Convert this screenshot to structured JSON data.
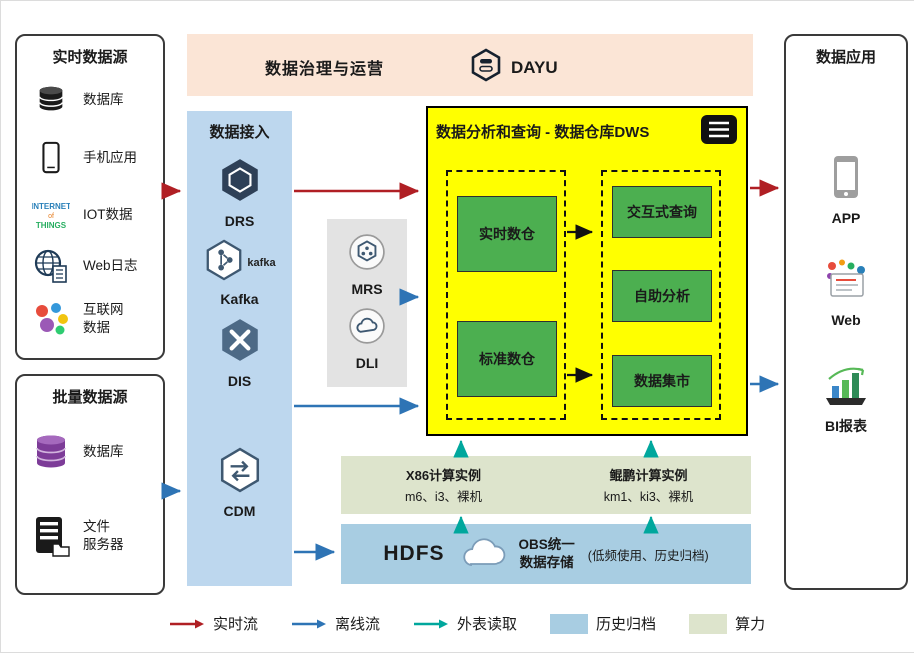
{
  "colors": {
    "realtime_flow": "#b01f24",
    "offline_flow": "#2e74b5",
    "external_read": "#00a79d",
    "archive": "#a8cde2",
    "compute": "#dde4cc",
    "dws_bg": "#ffff00",
    "module_green": "#4caf50",
    "ingest_bg": "#bdd7ee",
    "banner_bg": "#fbe5d6"
  },
  "realtime_sources": {
    "title": "实时数据源",
    "items": [
      {
        "label": "数据库",
        "icon": "database-icon"
      },
      {
        "label": "手机应用",
        "icon": "phone-icon"
      },
      {
        "label": "IOT数据",
        "icon": "iot-icon"
      },
      {
        "label": "Web日志",
        "icon": "web-log-icon"
      },
      {
        "label": "互联网\n数据",
        "icon": "internet-data-icon"
      }
    ]
  },
  "batch_sources": {
    "title": "批量数据源",
    "items": [
      {
        "label": "数据库",
        "icon": "database-purple-icon"
      },
      {
        "label": "文件\n服务器",
        "icon": "file-server-icon"
      }
    ]
  },
  "governance": {
    "title": "数据治理与运营",
    "product": "DAYU"
  },
  "ingestion": {
    "title": "数据接入",
    "kafka_logo": "kafka",
    "services": [
      {
        "name": "DRS"
      },
      {
        "name": "Kafka"
      },
      {
        "name": "DIS"
      },
      {
        "name": "CDM"
      }
    ]
  },
  "processing": {
    "services": [
      {
        "name": "MRS"
      },
      {
        "name": "DLI"
      }
    ]
  },
  "dws": {
    "title": "数据分析和查询 - 数据仓库DWS",
    "warehouses": [
      {
        "label": "实时数仓"
      },
      {
        "label": "标准数仓"
      }
    ],
    "analytics": [
      {
        "label": "交互式查询"
      },
      {
        "label": "自助分析"
      },
      {
        "label": "数据集市"
      }
    ]
  },
  "compute": {
    "x86_title": "X86计算实例",
    "x86_models": "m6、i3、裸机",
    "kunpeng_title": "鲲鹏计算实例",
    "kunpeng_models": "km1、ki3、裸机"
  },
  "storage": {
    "hdfs": "HDFS",
    "obs_label": "OBS统一\n数据存储",
    "obs_note": "(低频使用、历史归档)"
  },
  "applications": {
    "title": "数据应用",
    "items": [
      {
        "label": "APP",
        "icon": "app-icon"
      },
      {
        "label": "Web",
        "icon": "web-icon"
      },
      {
        "label": "BI报表",
        "icon": "bi-report-icon"
      }
    ]
  },
  "legend": {
    "items": [
      {
        "label": "实时流"
      },
      {
        "label": "离线流"
      },
      {
        "label": "外表读取"
      },
      {
        "label": "历史归档"
      },
      {
        "label": "算力"
      }
    ]
  }
}
